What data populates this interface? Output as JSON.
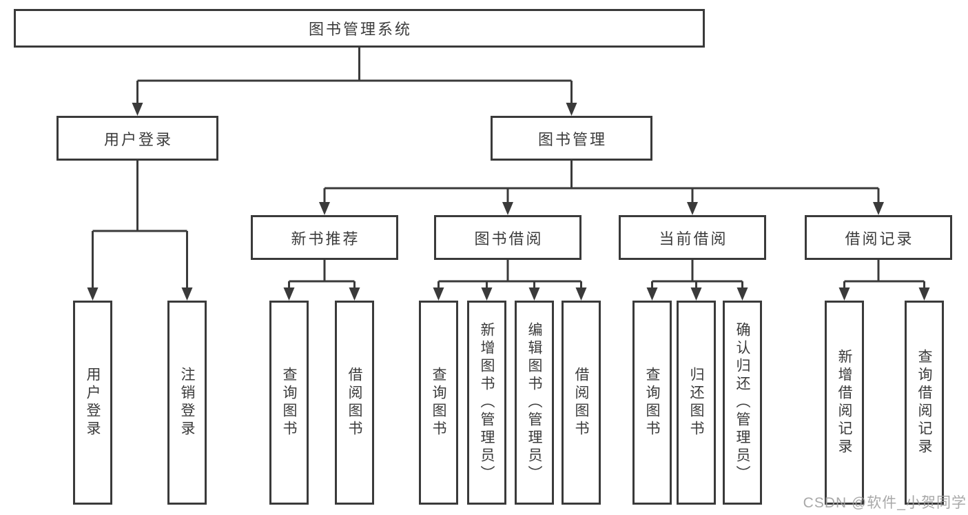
{
  "diagram": {
    "title": "图书管理系统",
    "watermark": "CSDN @软件_小贺同学",
    "colors": {
      "line": "#3a3a3a",
      "text": "#3b3b3b",
      "background": "#ffffff",
      "watermark": "#9e9e9e"
    },
    "level2": [
      {
        "label": "用户登录"
      },
      {
        "label": "图书管理"
      }
    ],
    "level3": [
      {
        "label": "新书推荐",
        "parent": "图书管理"
      },
      {
        "label": "图书借阅",
        "parent": "图书管理"
      },
      {
        "label": "当前借阅",
        "parent": "图书管理"
      },
      {
        "label": "借阅记录",
        "parent": "图书管理"
      }
    ],
    "leaves": [
      {
        "label": "用户登录",
        "parent": "用户登录"
      },
      {
        "label": "注销登录",
        "parent": "用户登录"
      },
      {
        "label": "查询图书",
        "parent": "新书推荐"
      },
      {
        "label": "借阅图书",
        "parent": "新书推荐"
      },
      {
        "label": "查询图书",
        "parent": "图书借阅"
      },
      {
        "label": "新增图书（管理员）",
        "parent": "图书借阅"
      },
      {
        "label": "编辑图书（管理员）",
        "parent": "图书借阅"
      },
      {
        "label": "借阅图书",
        "parent": "图书借阅"
      },
      {
        "label": "查询图书",
        "parent": "当前借阅"
      },
      {
        "label": "归还图书",
        "parent": "当前借阅"
      },
      {
        "label": "确认归还（管理员）",
        "parent": "当前借阅"
      },
      {
        "label": "新增借阅记录",
        "parent": "借阅记录"
      },
      {
        "label": "查询借阅记录",
        "parent": "借阅记录"
      }
    ]
  }
}
